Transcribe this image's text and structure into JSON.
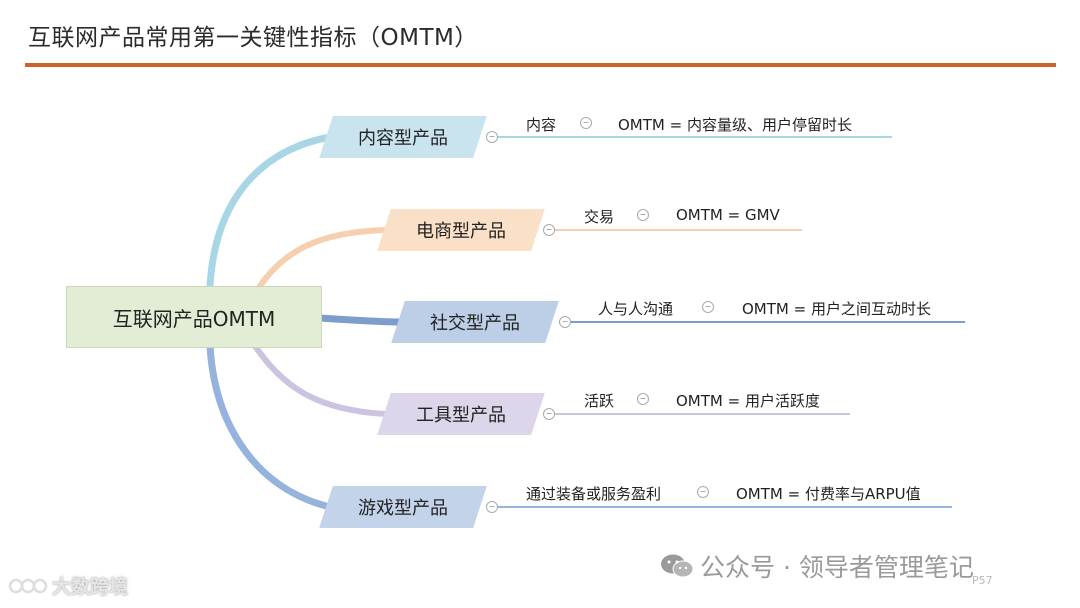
{
  "title": "互联网产品常用第一关键性指标（OMTM）",
  "root": {
    "label": "互联网产品OMTM"
  },
  "branches": [
    {
      "label": "内容型产品",
      "color": "#c9e4ef",
      "line_color": "#9fd0e0",
      "leaf_left": "内容",
      "leaf_right": "OMTM = 内容量级、用户停留时长"
    },
    {
      "label": "电商型产品",
      "color": "#fbe0c8",
      "line_color": "#f6c9a3",
      "leaf_left": "交易",
      "leaf_right": "OMTM = GMV"
    },
    {
      "label": "社交型产品",
      "color": "#bccfe6",
      "line_color": "#7f9fcf",
      "leaf_left": "人与人沟通",
      "leaf_right": "OMTM = 用户之间互动时长"
    },
    {
      "label": "工具型产品",
      "color": "#ddd6ea",
      "line_color": "#c2b8da",
      "leaf_left": "活跃",
      "leaf_right": "OMTM = 用户活跃度"
    },
    {
      "label": "游戏型产品",
      "color": "#c3d4ea",
      "line_color": "#93b1da",
      "leaf_left": "通过装备或服务盈利",
      "leaf_right": "OMTM = 付费率与ARPU值"
    }
  ],
  "watermark": {
    "text": "公众号 · 领导者管理笔记",
    "icon": "wechat-icon"
  },
  "page_number": "P57",
  "logo": {
    "text": "大数跨境"
  },
  "colors": {
    "accent_rule": "#d0612c",
    "root_fill": "#e3edd5"
  }
}
